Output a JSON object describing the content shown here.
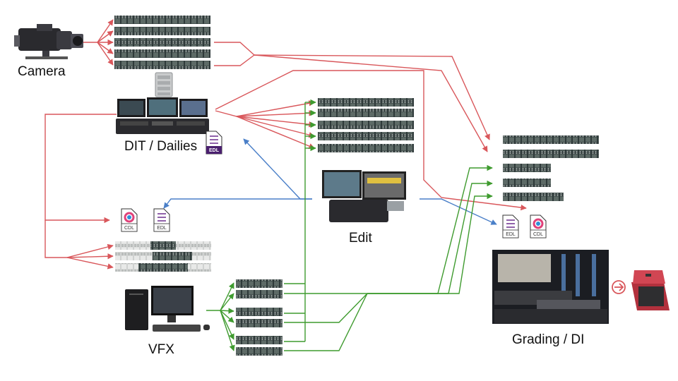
{
  "nodes": {
    "camera": "Camera",
    "dit": "DIT / Dailies",
    "edit": "Edit",
    "vfx": "VFX",
    "grading": "Grading / DI"
  },
  "documents": {
    "edl": "EDL",
    "cdl": "CDL"
  },
  "colors": {
    "camera_flow": "#d9575b",
    "edit_flow": "#4a7fc8",
    "vfx_flow": "#3f9b2f",
    "dit_edit_flow": "#6f8a2a",
    "film_strip": "#2f3a3a",
    "edl_badge": "#4a1f6e",
    "accent_red": "#d9575b"
  },
  "icons": {
    "camera": "cinema-camera-icon",
    "dit": "dailies-workstation-icon",
    "edit": "edit-workstation-icon",
    "vfx": "vfx-computer-icon",
    "grading": "grading-suite-photo-icon",
    "storage": "raid-storage-icon",
    "delivery": "delivery-case-icon",
    "next": "arrow-circle-icon"
  }
}
